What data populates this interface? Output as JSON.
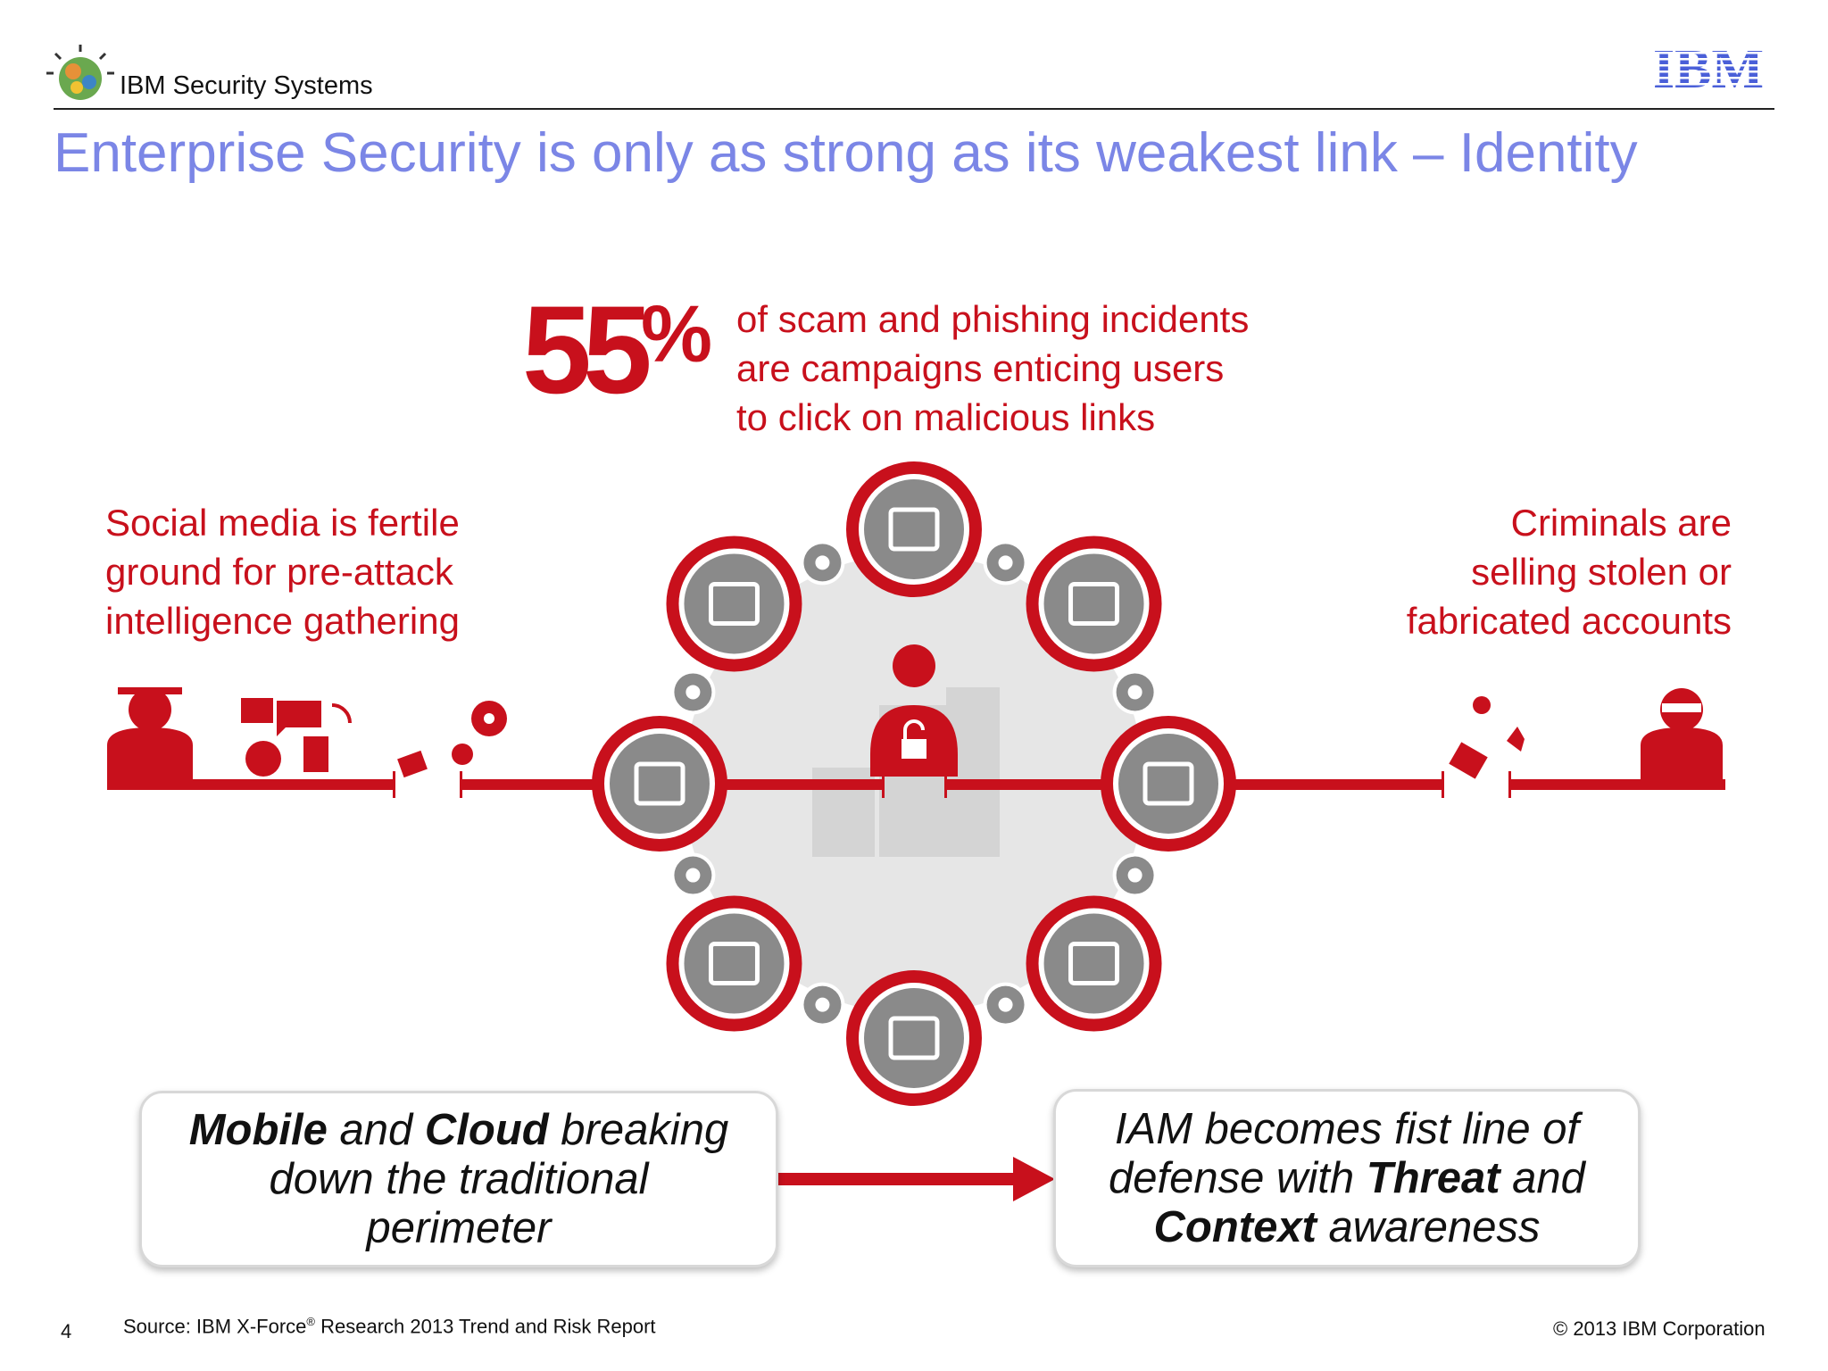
{
  "header": {
    "brand": "IBM Security Systems",
    "logo_text": "IBM"
  },
  "title": "Enterprise Security is only as strong as its weakest link – Identity",
  "stat": {
    "value": "55",
    "unit": "%",
    "lines": [
      "of scam and phishing incidents",
      "are campaigns enticing users",
      "to click on malicious links"
    ]
  },
  "left_note": {
    "lines": [
      "Social media is fertile",
      "ground for pre-attack",
      "intelligence gathering"
    ]
  },
  "right_note": {
    "lines": [
      "Criminals are",
      "selling stolen or",
      "fabricated accounts"
    ]
  },
  "callout_left": {
    "w1": "Mobile",
    "w2": " and ",
    "w3": "Cloud",
    "w4": " breaking",
    "line2": "down the traditional",
    "line3": "perimeter"
  },
  "callout_right": {
    "line1": "IAM becomes fist line of",
    "w1": "defense with ",
    "w2": "Threat",
    "w3": " and",
    "w4": "Context",
    "w5": " awareness"
  },
  "footer": {
    "page_number": "4",
    "source_prefix": "Source: IBM X-Force",
    "source_reg": "®",
    "source_suffix": " Research 2013 Trend and Risk Report",
    "copyright": "© 2013 IBM Corporation"
  },
  "colors": {
    "accent_red": "#c8101c",
    "title_blue": "#7b86e6",
    "ibm_blue": "#4a5fd8",
    "node_gray": "#8a8a8a"
  },
  "icons": {
    "ring_nodes": [
      "devices-icon",
      "browser-windows-icon",
      "server-icon",
      "database-icon",
      "desktop-computer-icon",
      "globe-icon",
      "firewall-icon",
      "cloud-icon"
    ],
    "small_threats": [
      "warning-icon",
      "trojan-horse-icon",
      "worm-icon",
      "laptop-malware-icon",
      "bug-icon",
      "radiation-icon",
      "credit-card-phishing-icon",
      "biohazard-icon"
    ]
  }
}
